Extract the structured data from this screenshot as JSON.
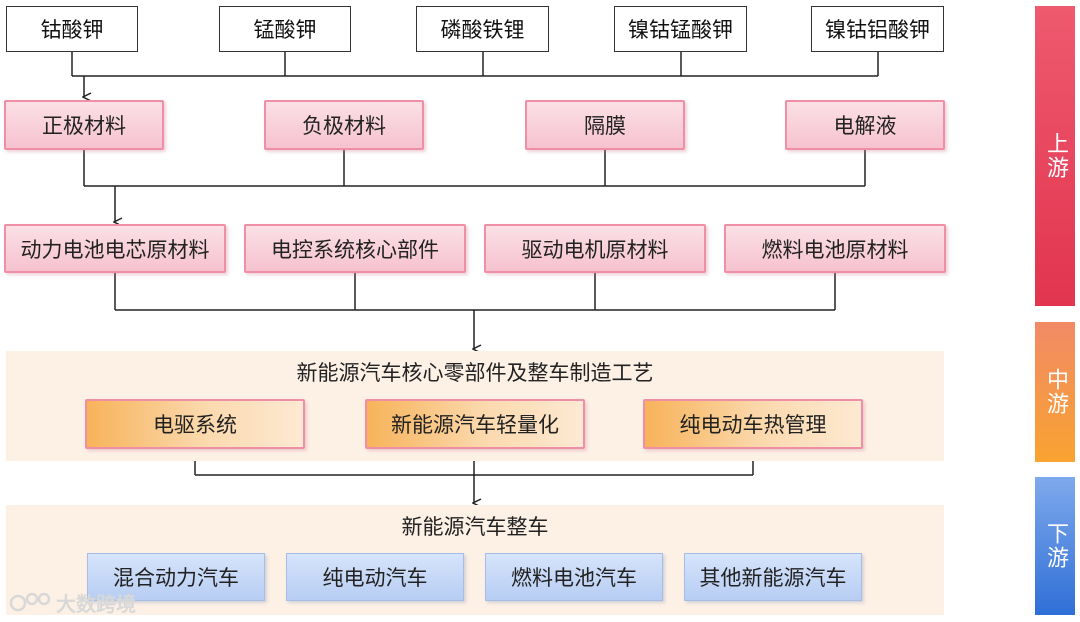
{
  "raw_materials": [
    "钴酸钾",
    "锰酸钾",
    "磷酸铁锂",
    "镍钴锰酸钾",
    "镍钴铝酸钾"
  ],
  "materials": [
    "正极材料",
    "负极材料",
    "隔膜",
    "电解液"
  ],
  "components": [
    "动力电池电芯原材料",
    "电控系统核心部件",
    "驱动电机原材料",
    "燃料电池原材料"
  ],
  "midstream": {
    "title": "新能源汽车核心零部件及整车制造工艺",
    "items": [
      "电驱系统",
      "新能源汽车轻量化",
      "纯电动车热管理"
    ]
  },
  "downstream": {
    "title": "新能源汽车整车",
    "items": [
      "混合动力汽车",
      "纯电动汽车",
      "燃料电池汽车",
      "其他新能源汽车"
    ]
  },
  "stages": {
    "upstream": "上游",
    "midstream": "中游",
    "downstream": "下游"
  },
  "colors": {
    "upstream": "#e0334f",
    "midstream": "#f59a3c",
    "downstream": "#3e7fd9"
  },
  "watermark": "大数跨境"
}
